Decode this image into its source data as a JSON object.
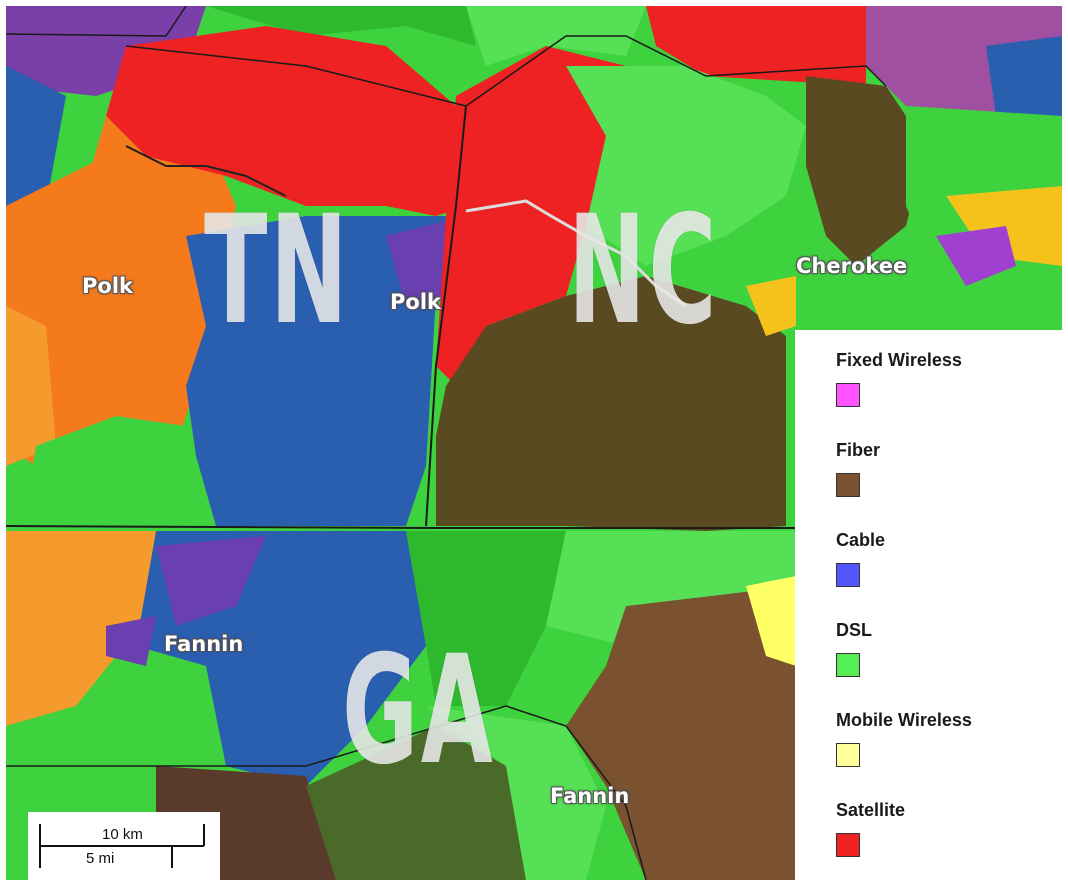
{
  "map": {
    "states": [
      {
        "id": "tn",
        "label": "TN"
      },
      {
        "id": "nc",
        "label": "NC"
      },
      {
        "id": "ga",
        "label": "GA"
      }
    ],
    "counties": [
      {
        "id": "polk-tn",
        "label": "Polk"
      },
      {
        "id": "polk-ga",
        "label": "Polk"
      },
      {
        "id": "cherokee",
        "label": "Cherokee"
      },
      {
        "id": "fannin-west",
        "label": "Fannin"
      },
      {
        "id": "fannin-east",
        "label": "Fannin"
      }
    ]
  },
  "legend": {
    "items": [
      {
        "label": "Fixed Wireless",
        "color": "#ff55ff"
      },
      {
        "label": "Fiber",
        "color": "#7a5230"
      },
      {
        "label": "Cable",
        "color": "#5555ff"
      },
      {
        "label": "DSL",
        "color": "#55ee55"
      },
      {
        "label": "Mobile Wireless",
        "color": "#ffff99"
      },
      {
        "label": "Satellite",
        "color": "#ee2222"
      }
    ]
  },
  "scale": {
    "km_label": "10 km",
    "mi_label": "5 mi"
  },
  "colors": {
    "satellite": "#ee2222",
    "orange": "#f57a1c",
    "cable_blue": "#2a5fb0",
    "dsl_green": "#3fd23f",
    "fiber_brown": "#5a4a22",
    "purple": "#a050a0",
    "yellow": "#f5c21c"
  }
}
